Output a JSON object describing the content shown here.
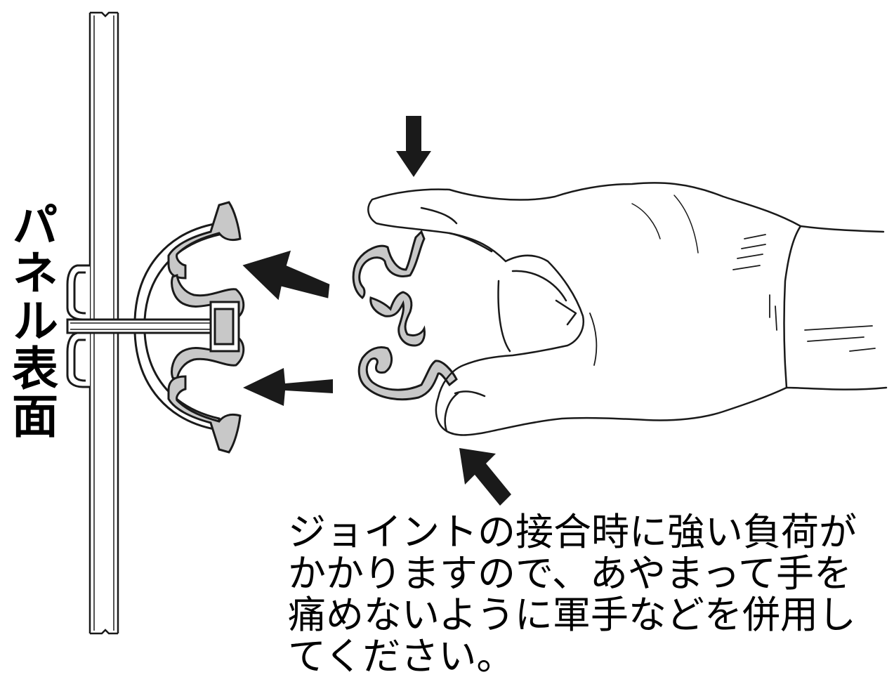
{
  "panel_label": "パネル表面",
  "caution_lines": [
    "ジョイントの接合時に強い負荷が",
    "かかりますので、あやまって手を",
    "痛めないように軍手などを併用し",
    "てください。"
  ],
  "colors": {
    "line": "#1a1a1a",
    "joint_fill": "#c8c8c8",
    "arrow": "#1a1a1a"
  },
  "icons": {
    "arrows": [
      "arrow-down-icon",
      "arrow-left-icon",
      "arrow-left-icon",
      "arrow-up-left-icon"
    ],
    "hand": "gloved-hand-icon"
  }
}
